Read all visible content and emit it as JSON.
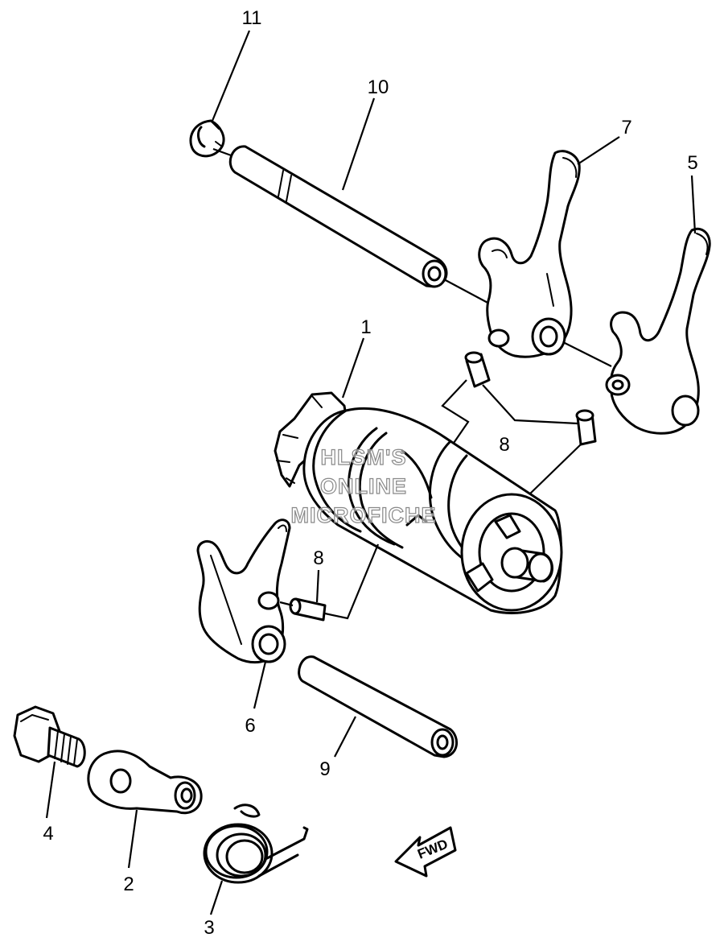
{
  "callouts": [
    {
      "key": "p11",
      "label": "11"
    },
    {
      "key": "p10",
      "label": "10"
    },
    {
      "key": "p7",
      "label": "7"
    },
    {
      "key": "p5",
      "label": "5"
    },
    {
      "key": "p1",
      "label": "1"
    },
    {
      "key": "p8a",
      "label": "8"
    },
    {
      "key": "p8b",
      "label": "8"
    },
    {
      "key": "p6",
      "label": "6"
    },
    {
      "key": "p9",
      "label": "9"
    },
    {
      "key": "p4",
      "label": "4"
    },
    {
      "key": "p2",
      "label": "2"
    },
    {
      "key": "p3",
      "label": "3"
    }
  ],
  "direction_arrow": {
    "label": "FWD"
  },
  "watermark": {
    "line1": "HLSM'S",
    "line2": "ONLINE",
    "line3": "MICROFICHE"
  }
}
